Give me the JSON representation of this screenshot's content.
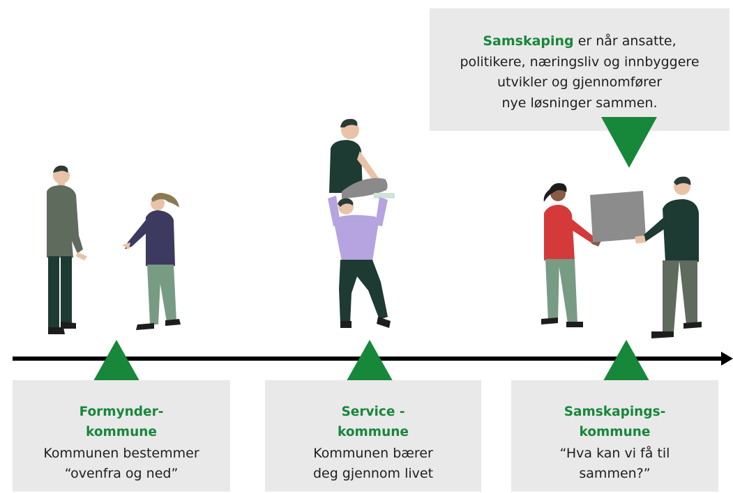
{
  "definition": {
    "term": "Samskaping",
    "line1_rest": " er når ansatte,",
    "line2": "politikere, næringsliv og innbyggere",
    "line3": "utvikler og gjennomfører",
    "line4": "nye løsninger sammen."
  },
  "stages": [
    {
      "title_line1": "Formynder-",
      "title_line2": "kommune",
      "desc_line1": "Kommunen bestemmer",
      "desc_line2": "“ovenfra og ned”"
    },
    {
      "title_line1": "Service -",
      "title_line2": "kommune",
      "desc_line1": "Kommunen bærer",
      "desc_line2": "deg gjennom livet"
    },
    {
      "title_line1": "Samskapings-",
      "title_line2": "kommune",
      "desc_line1": "“Hva kan vi få til",
      "desc_line2": "sammen?”"
    }
  ],
  "colors": {
    "accent_green": "#17873a",
    "box_gray": "#e9e9e9",
    "timeline": "#000000"
  },
  "icons": [
    "arrow-right-icon",
    "triangle-up-icon",
    "triangle-down-icon",
    "person-illustration"
  ]
}
